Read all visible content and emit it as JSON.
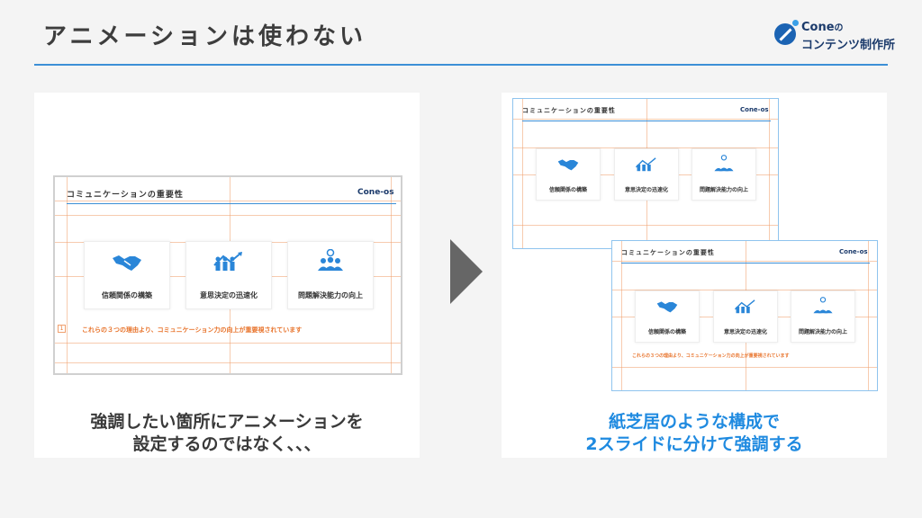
{
  "header": {
    "title": "アニメーションは使わない"
  },
  "logo": {
    "brand_en": "Cone",
    "brand_no": "の",
    "brand_line2": "コンテンツ制作所"
  },
  "slide": {
    "title": "コミュニケーションの重要性",
    "brand": "Cone-os",
    "cards": [
      {
        "label": "信頼関係の構築",
        "icon": "handshake-icon"
      },
      {
        "label": "意思決定の迅速化",
        "icon": "team-growth-icon"
      },
      {
        "label": "問題解決能力の向上",
        "icon": "people-idea-icon"
      }
    ],
    "note": "これらの３つの理由より、コミュニケーション力の向上が重要視されています",
    "animation_number": "1"
  },
  "left_caption": {
    "line1": "強調したい箇所にアニメーションを",
    "line2": "設定するのではなく、、、"
  },
  "right_caption": {
    "line1": "紙芝居のような構成で",
    "line2": "2スライドに分けて強調する"
  },
  "colors": {
    "accent": "#3c8fd6",
    "highlight": "#1f8ae0",
    "note": "#e8732b",
    "icon": "#2a86d8"
  }
}
